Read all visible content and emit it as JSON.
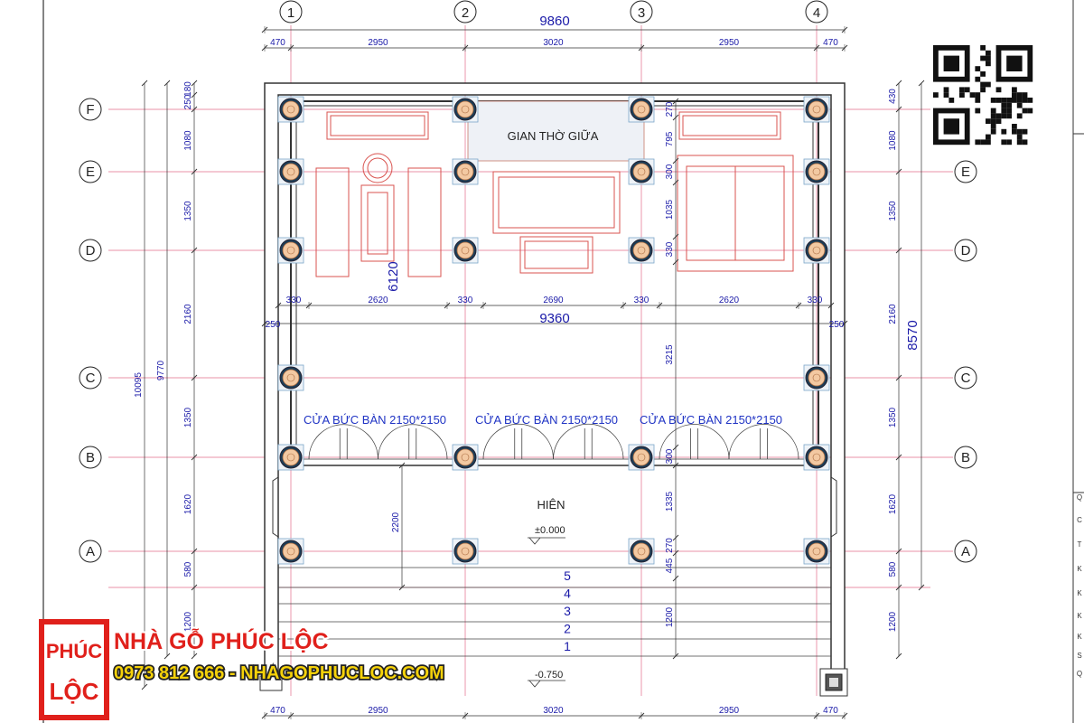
{
  "plan": {
    "grid_columns": [
      {
        "label": "1"
      },
      {
        "label": "2"
      },
      {
        "label": "3"
      },
      {
        "label": "4"
      }
    ],
    "grid_rows": [
      {
        "label": "F"
      },
      {
        "label": "E"
      },
      {
        "label": "D"
      },
      {
        "label": "C"
      },
      {
        "label": "B"
      },
      {
        "label": "A"
      }
    ],
    "top_dims": {
      "total": "9860",
      "segments": [
        "470",
        "2950",
        "3020",
        "2950",
        "470"
      ]
    },
    "bottom_dims": {
      "segments": [
        "470",
        "2950",
        "3020",
        "2950",
        "470"
      ]
    },
    "inner_dims": {
      "total": "9360",
      "segments": [
        "330",
        "2620",
        "330",
        "2690",
        "330",
        "2620",
        "330"
      ],
      "wall_left": "250",
      "wall_right": "250",
      "depth": "6120"
    },
    "left_dims": {
      "overall_1": "10095",
      "overall_2": "9770",
      "segments": [
        "180",
        "250",
        "1080",
        "1350",
        "2160",
        "1350",
        "1620",
        "580",
        "1200"
      ]
    },
    "right_dims": {
      "overall": "8570",
      "segments": [
        "430",
        "1080",
        "1350",
        "2160",
        "1350",
        "1620",
        "580",
        "1200"
      ]
    },
    "mid_dims": {
      "hien_depth": "2200",
      "col3_segments": [
        "270",
        "795",
        "300",
        "1035",
        "330",
        "3215",
        "300",
        "1335",
        "270",
        "445",
        "1200"
      ]
    },
    "labels": {
      "altar": "GIAN THỜ GIỮA",
      "porch": "HIÊN",
      "doors": [
        "CỬA BỨC BÀN 2150*2150",
        "CỬA BỨC BÀN 2150*2150",
        "CỬA BỨC BÀN 2150*2150"
      ],
      "level_floor": "±0.000",
      "level_ground": "-0.750"
    },
    "steps": [
      "5",
      "4",
      "3",
      "2",
      "1"
    ],
    "title_block_letters": [
      "Q",
      "C",
      "T",
      "K",
      "K",
      "K",
      "K",
      "S",
      "Q"
    ]
  },
  "brand": {
    "logo_text_top": "PHÚC",
    "logo_text_bottom": "LỘC",
    "name": "NHÀ GỖ PHÚC LỘC",
    "contact": "0973 812 666 - NHAGOPHUCLOC.COM",
    "colors": {
      "red": "#e0201b",
      "yellow": "#f6d20a"
    }
  },
  "qr": {
    "icon": "qr-code-icon"
  }
}
